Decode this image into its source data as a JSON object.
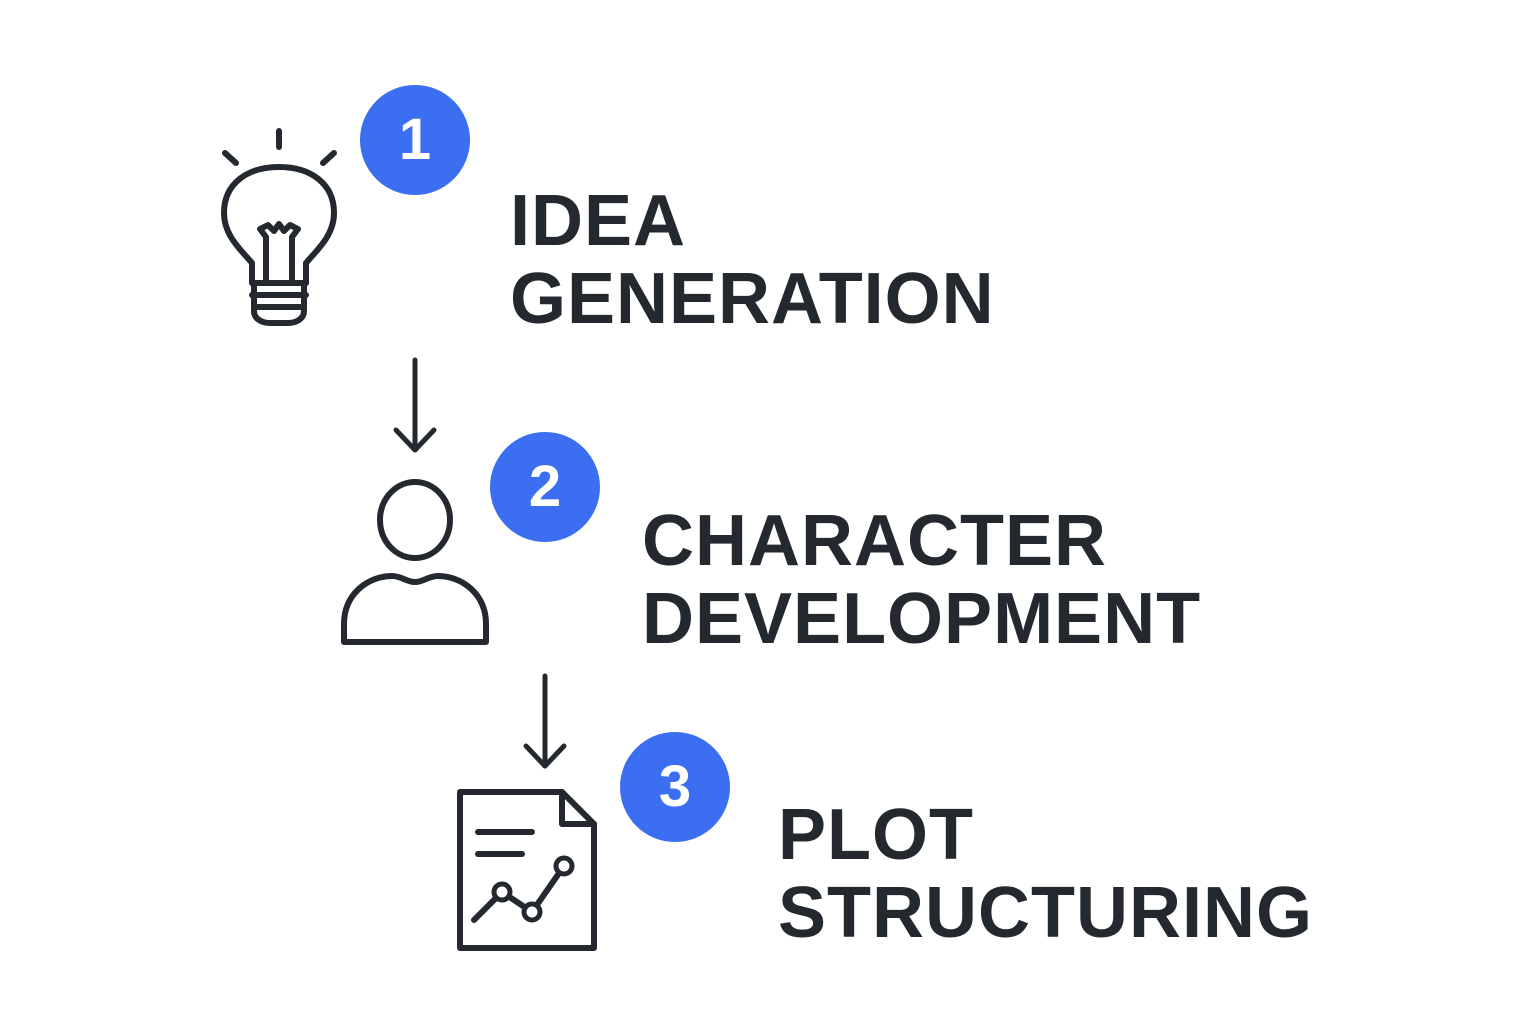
{
  "steps": [
    {
      "number": "1",
      "line1": "IDEA",
      "line2": "GENERATION",
      "icon": "lightbulb-icon"
    },
    {
      "number": "2",
      "line1": "CHARACTER",
      "line2": "DEVELOPMENT",
      "icon": "person-icon"
    },
    {
      "number": "3",
      "line1": "PLOT",
      "line2": "STRUCTURING",
      "icon": "document-chart-icon"
    }
  ],
  "colors": {
    "accent": "#3b6ef0",
    "text": "#23292e",
    "stroke": "#23292e",
    "background": "#ffffff"
  }
}
